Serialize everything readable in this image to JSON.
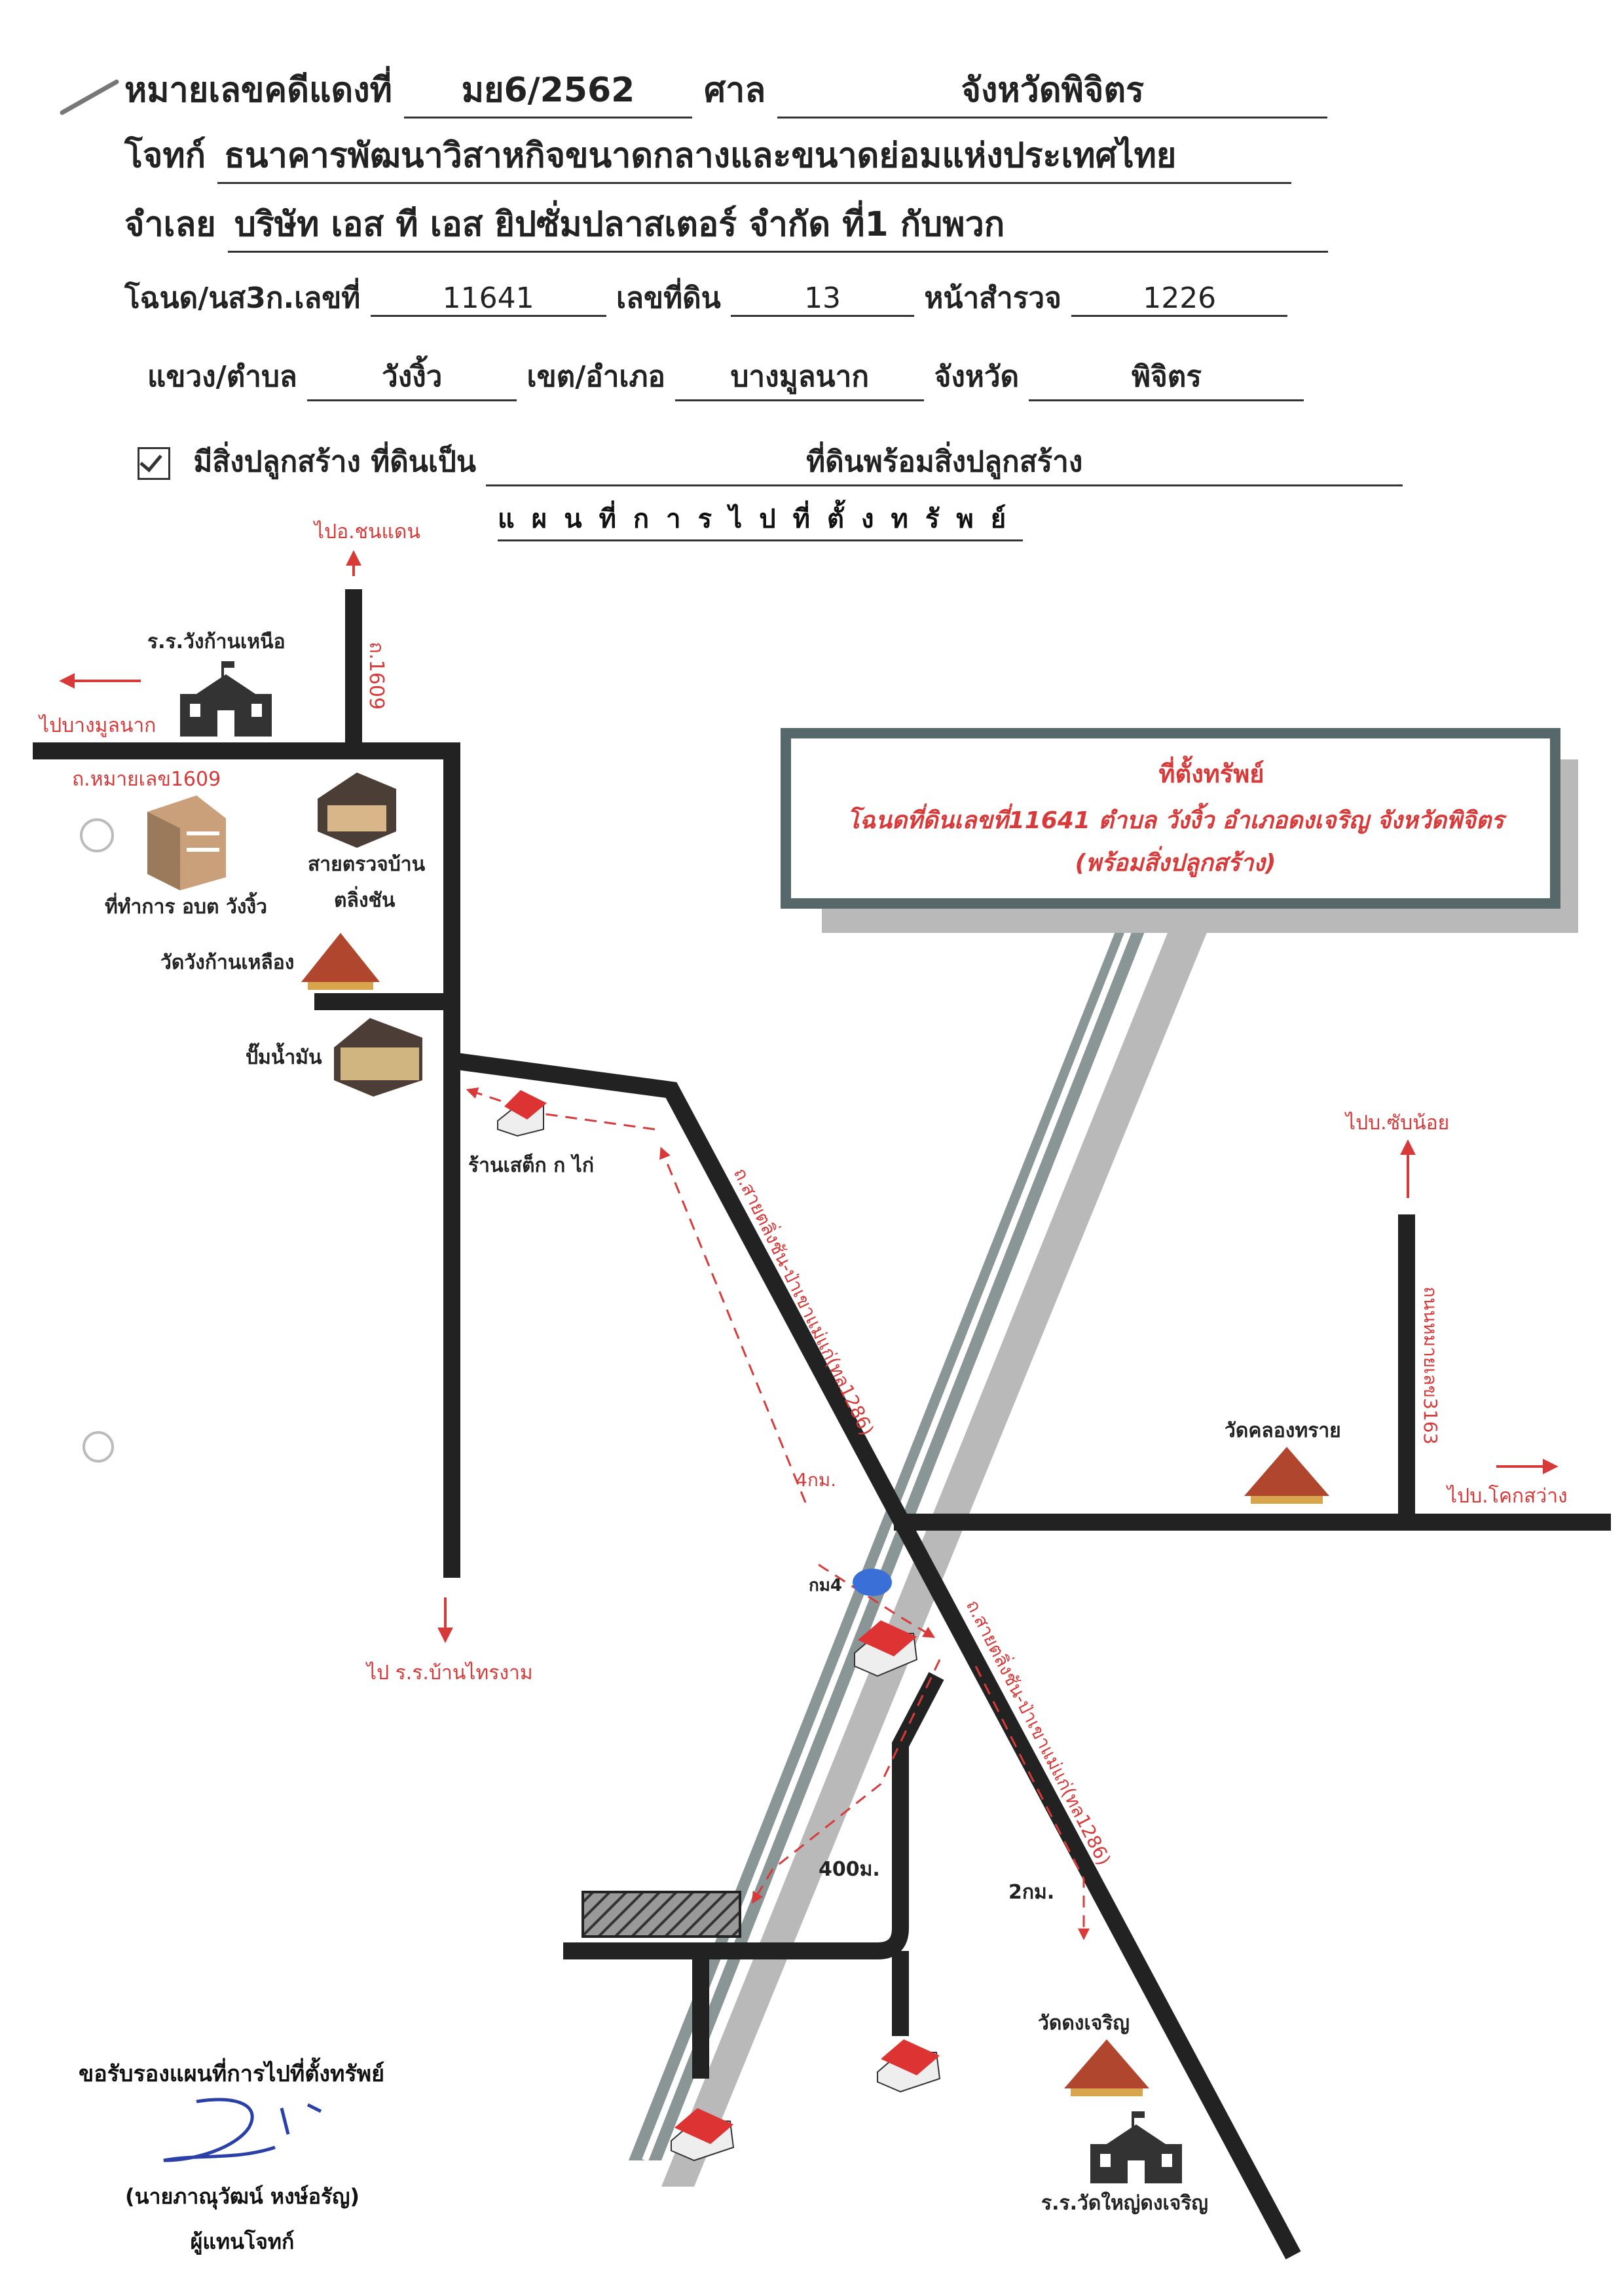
{
  "header": {
    "case_label": "หมายเลขคดีแดงที่",
    "case_no": "มย6/2562",
    "court_label": "ศาล",
    "court": "จังหวัดพิจิตร",
    "plaintiff_label": "โจทก์",
    "plaintiff": "ธนาคารพัฒนาวิสาหกิจขนาดกลางและขนาดย่อมแห่งประเทศไทย",
    "defendant_label": "จำเลย",
    "defendant": "บริษัท เอส ที เอส ยิปซั่มปลาสเตอร์ จำกัด ที่1 กับพวก",
    "deed_label": "โฉนด/นส3ก.เลขที่",
    "deed_no": "11641",
    "land_no_label": "เลขที่ดิน",
    "land_no": "13",
    "survey_label": "หน้าสำรวจ",
    "survey_no": "1226",
    "subdistrict_label": "แขวง/ตำบล",
    "subdistrict": "วังงิ้ว",
    "district_label": "เขต/อำเภอ",
    "district": "บางมูลนาก",
    "province_label": "จังหวัด",
    "province": "พิจิตร",
    "building_label": "มีสิ่งปลูกสร้าง ที่ดินเป็น",
    "building_value": "ที่ดินพร้อมสิ่งปลูกสร้าง",
    "map_title": "แผนที่การไปที่ตั้งทรัพย์"
  },
  "map": {
    "to_chondaen": "ไปอ.ชนแดน",
    "road_1609_v": "ถ.1609",
    "school_north": "ร.ร.วังก้านเหนือ",
    "to_bangmulnak": "ไปบางมูลนาก",
    "road_1609": "ถ.หมายเลข1609",
    "office": "ที่ทำการ อบต วังงิ้ว",
    "checkpoint": "สายตรวจบ้าน",
    "checkpoint2": "ตลิ่งชัน",
    "temple_wangkan": "วัดวังก้านเหลือง",
    "gas_station": "ปั๊มน้ำมัน",
    "shop": "ร้านเสต็ก ก ไก่",
    "to_school_sai": "ไป ร.ร.บ้านไทรงาม",
    "road_main_1": "ถ.สายตลิ่งชัน-ป่าเขาแม่แก่(ทล1286)",
    "road_main_2": "ถ.สายตลิ่งชัน-ป่าเขาแม่แก่(ทล1286)",
    "dist_4km": "4กม.",
    "km4": "กม4",
    "dist_400m": "400ม.",
    "dist_2km": "2กม.",
    "property_title": "ที่ตั้งทรัพย์",
    "property_line1": "โฉนดที่ดินเลขที่11641    ตำบล วังงิ้ว    อำเภอดงเจริญ  จังหวัดพิจิตร",
    "property_line2": "(พร้อมสิ่งปลูกสร้าง)",
    "to_sapnoi": "ไปบ.ซับน้อย",
    "road_3163": "ถนนหมายเลข3163",
    "temple_klong": "วัดคลองทราย",
    "to_koksawang": "ไปบ.โคกสว่าง",
    "temple_dong": "วัดดงเจริญ",
    "school_dong": "ร.ร.วัดใหญ่ดงเจริญ"
  },
  "footer": {
    "cert": "ขอรับรองแผนที่การไปที่ตั้งทรัพย์",
    "name": "(นายภาณุวัฒน์ หงษ์อรัญ)",
    "role": "ผู้แทนโจทก์"
  }
}
